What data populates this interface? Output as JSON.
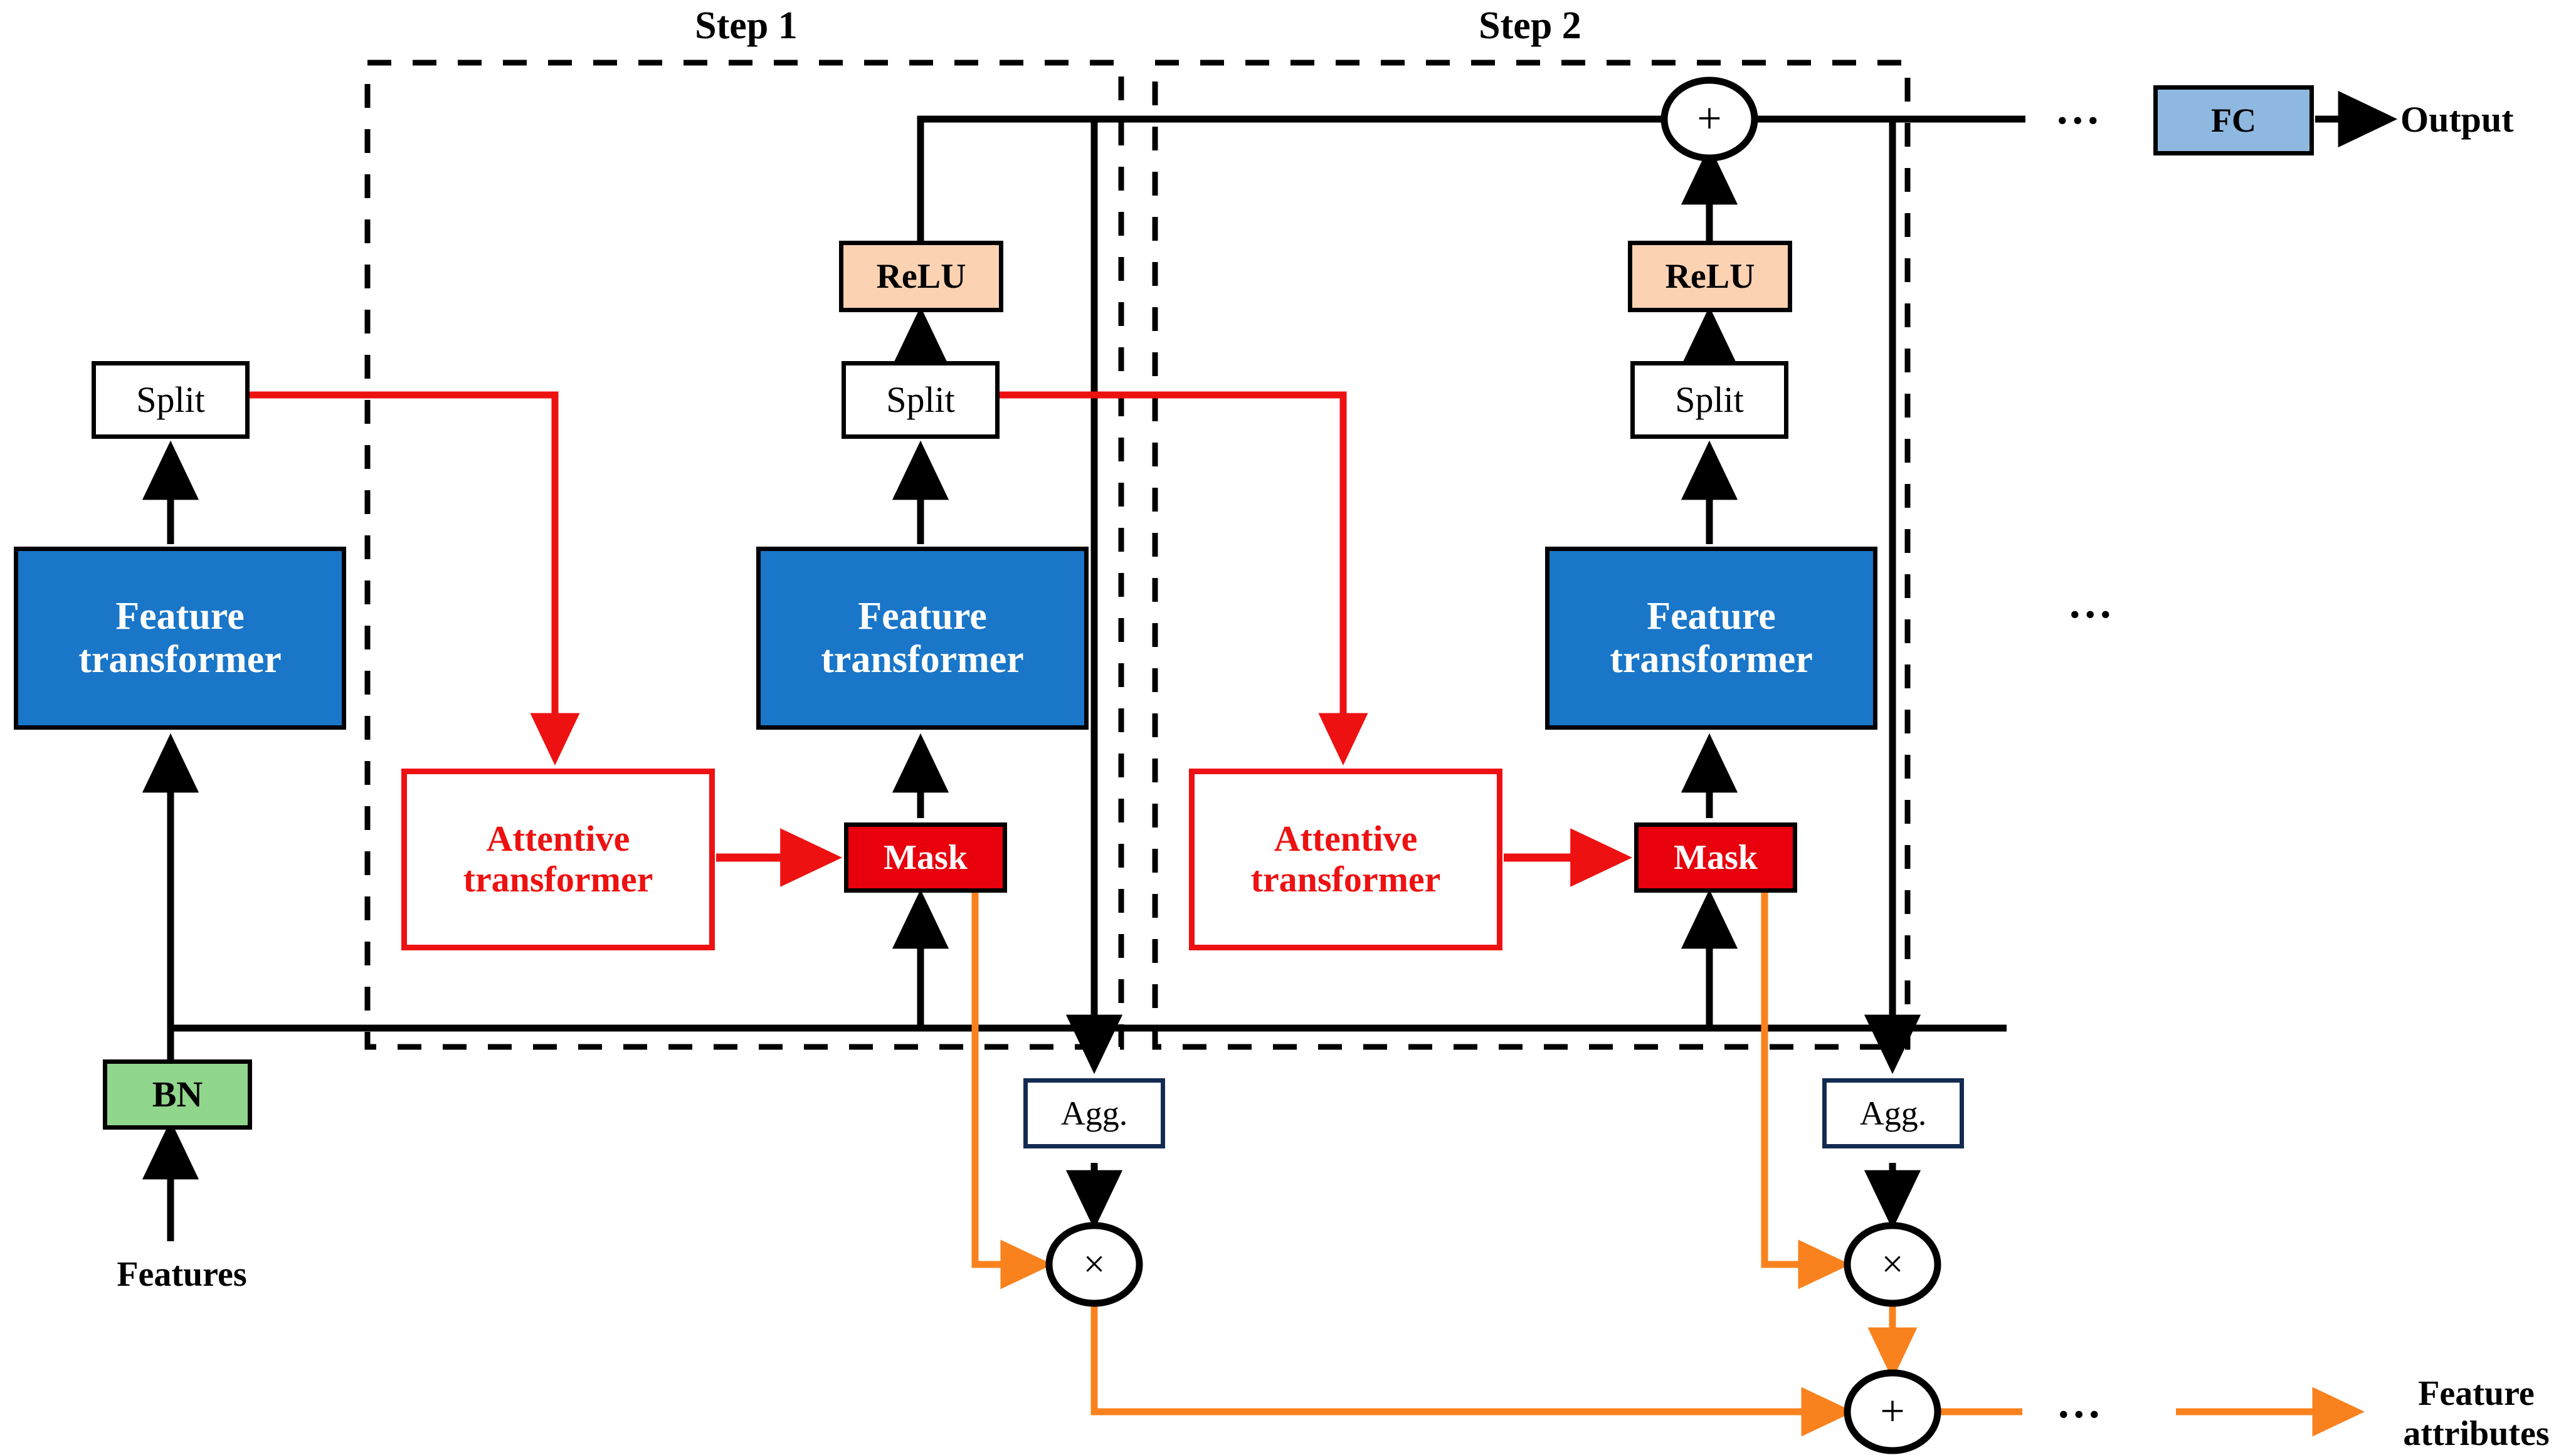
{
  "diagram": {
    "title_labels": {
      "step1": "Step 1",
      "step2": "Step 2"
    },
    "colors": {
      "feature_transformer_fill": "#1a76c8",
      "feature_transformer_text": "#ffffff",
      "bn_fill": "#90d68c",
      "relu_fill": "#fbd2b2",
      "mask_fill": "#e8000d",
      "mask_text": "#ffffff",
      "fc_fill": "#8fb8e0",
      "attentive_border": "#ee1111",
      "attentive_text": "#ee1111",
      "agg_border": "#132a52",
      "black_edge": "#000000",
      "red_edge": "#ee1111",
      "orange_edge": "#f9821e",
      "split_fill": "#ffffff"
    },
    "nodes": {
      "bn": "BN",
      "features_input": "Features",
      "split_0": "Split",
      "feature_transformer_0": "Feature\ntransformer",
      "attentive_transformer_1": "Attentive\ntransformer",
      "mask_1": "Mask",
      "feature_transformer_1": "Feature\ntransformer",
      "split_1": "Split",
      "relu_1": "ReLU",
      "agg_1": "Agg.",
      "attentive_transformer_2": "Attentive\ntransformer",
      "mask_2": "Mask",
      "feature_transformer_2": "Feature\ntransformer",
      "split_2": "Split",
      "relu_2": "ReLU",
      "agg_2": "Agg.",
      "fc": "FC",
      "output": "Output",
      "feature_attributes": "Feature\nattributes",
      "sum_op_top": "+",
      "mul_op_1": "×",
      "mul_op_2": "×",
      "sum_op_bottom": "+"
    },
    "ellipsis": {
      "top_right": "...",
      "mid_right": "...",
      "bottom_right": "..."
    },
    "node_text_lines": {
      "feature_transformer_line1": "Feature",
      "feature_transformer_line2": "transformer",
      "attentive_transformer_line1": "Attentive",
      "attentive_transformer_line2": "transformer",
      "feature_attributes_line1": "Feature",
      "feature_attributes_line2": "attributes"
    }
  }
}
